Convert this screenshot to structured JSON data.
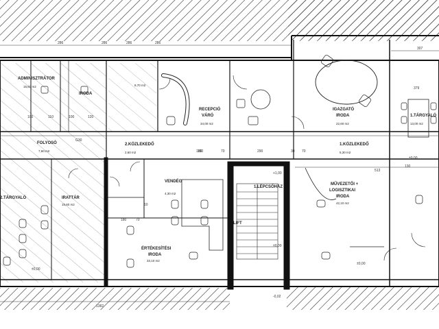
{
  "rooms": {
    "adminisztrator": {
      "name": "ADMINISZTRÁTOR",
      "sub": "15,60 m2"
    },
    "iroda_small": {
      "name": "IRODA",
      "sub": "8,70 m2"
    },
    "recepcio": {
      "name": "RECEPCIÓ",
      "name2": "VÁRÓ",
      "sub": "34,00 m2"
    },
    "igazgato": {
      "name": "IGAZGATÓ",
      "name2": "IRODA",
      "sub": "22,60 m2"
    },
    "targyalo_right": {
      "name": "1.TÁRGYALÓ",
      "sub": "13,00 m2"
    },
    "folyoso": {
      "name": "FOLYOSÓ",
      "sub": "7,60 m2"
    },
    "kozlekedo2": {
      "name": "2.KÖZLEKEDŐ",
      "sub": "2,60 m2"
    },
    "kozlekedo1": {
      "name": "1.KÖZLEKEDŐ",
      "sub": "5,30 m2"
    },
    "vendeg": {
      "name": "VENDÉG",
      "sub": "4,30 m2"
    },
    "lepcsohaz": {
      "name": "1.LÉPCSŐHÁZ"
    },
    "muvezetoi": {
      "name": "MŰVEZETŐI +",
      "name2": "LOGISZTIKAI",
      "name3": "IRODA",
      "sub": "42,10 m2"
    },
    "targyalo_left": {
      "name": "2.TÁRGYALÓ"
    },
    "irattar": {
      "name": "IRATTÁR",
      "sub": "15,60 m2"
    },
    "ertekesitesi": {
      "name": "ÉRTÉKESÍTÉSI",
      "name2": "IRODA",
      "sub": "33,10 m2"
    },
    "lift": {
      "name": "LIFT"
    }
  },
  "dimensions": {
    "top": [
      "286",
      "286",
      "286",
      "286",
      "307"
    ],
    "row1": [
      "100",
      "110",
      "100",
      "120",
      "180",
      "70",
      "290",
      "30",
      "70",
      "130",
      "379"
    ],
    "row2": [
      "513"
    ],
    "bottom": [
      "1382"
    ],
    "levels": [
      "±0,00",
      "±0,00",
      "±0,00",
      "±0,00",
      "+1,00",
      "-0,02"
    ],
    "misc": [
      "G30",
      "180",
      "10",
      "180",
      "70"
    ]
  }
}
